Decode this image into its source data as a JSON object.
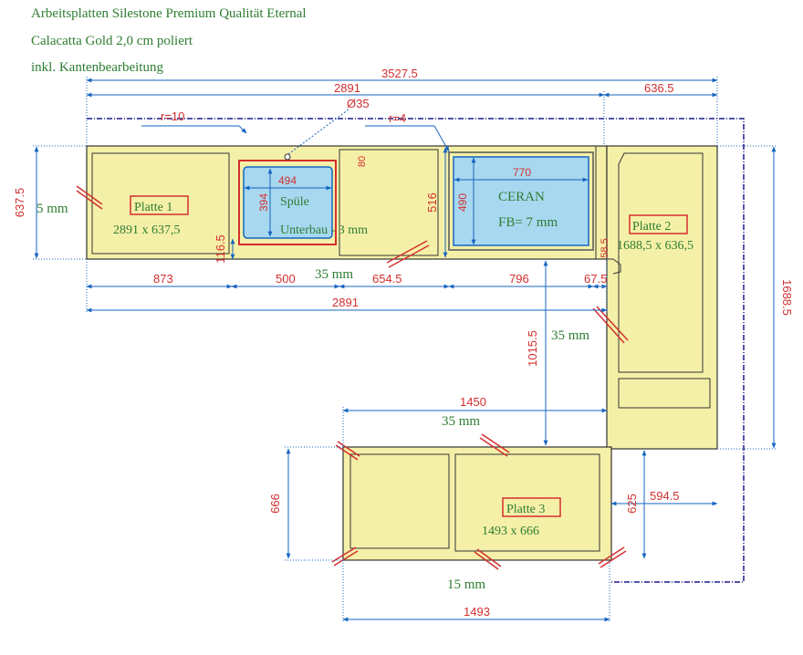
{
  "header": {
    "line1": "Arbeitsplatten Silestone Premium Qualität Eternal",
    "line2": "Calacatta Gold 2,0 cm poliert",
    "line3": "inkl. Kantenbearbeitung"
  },
  "colors": {
    "slab_fill": "#f5f0a8",
    "cutout_fill": "#a8d8f0",
    "dimension": "#1565c0",
    "dimension_text": "#d32f2f",
    "label_box": "#d32f2f",
    "label_text": "#2e7d32",
    "outline_dash": "#1a1a8c",
    "joint": "#d32f2f"
  },
  "plates": {
    "p1": {
      "name": "Platte 1",
      "size": "2891 x 637,5"
    },
    "p2": {
      "name": "Platte 2",
      "size": "1688,5 x 636,5"
    },
    "p3": {
      "name": "Platte 3",
      "size": "1493 x 666"
    }
  },
  "cutouts": {
    "sink": {
      "label": "Spüle",
      "note": "Unterbau - 3 mm",
      "width": "494",
      "height": "394"
    },
    "hob": {
      "label": "CERAN",
      "note": "FB= 7 mm",
      "width": "770",
      "height": "490"
    }
  },
  "dims": {
    "total_width": "3527.5",
    "top_2891": "2891",
    "top_636": "636.5",
    "left_637": "637.5",
    "left_5mm": "5 mm",
    "r10": "r=10",
    "r4": "r=4",
    "d35": "Ø35",
    "small_80": "80",
    "d516": "516",
    "d116": "116.5",
    "seg_873": "873",
    "seg_500": "500",
    "mm35_a": "35 mm",
    "seg_654": "654.5",
    "seg_796": "796",
    "seg_67": "67.5",
    "bottom_2891": "2891",
    "d585": "58.5",
    "right_1688": "1688.5",
    "d1015": "1015.5",
    "mm35_b": "35 mm",
    "d1450": "1450",
    "mm35_c": "35 mm",
    "d666": "666",
    "d625": "625",
    "d594": "594.5",
    "mm15": "15 mm",
    "d1493": "1493"
  }
}
